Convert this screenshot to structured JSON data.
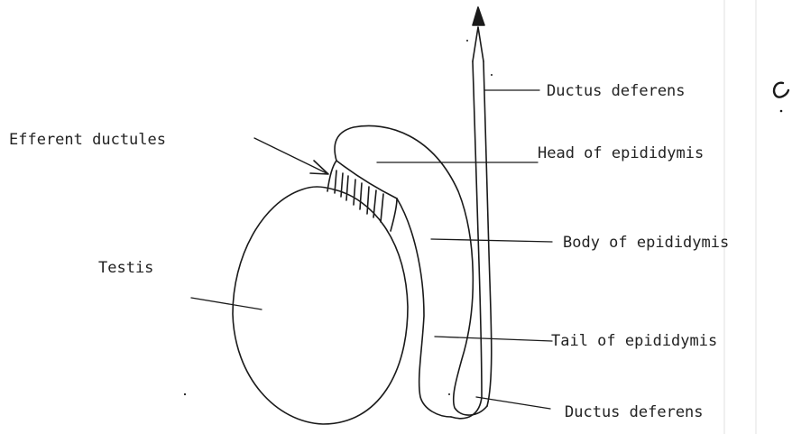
{
  "labels": {
    "ductus_deferens_top": "Ductus deferens",
    "efferent_ductules": "Efferent ductules",
    "head_of_epididymis": "Head of epididymis",
    "body_of_epididymis": "Body of epididymis",
    "testis": "Testis",
    "tail_of_epididymis": "Tail of epididymis",
    "ductus_deferens_bottom": "Ductus deferens"
  },
  "colors": {
    "ink": "#1a1a1a",
    "background": "#ffffff"
  }
}
